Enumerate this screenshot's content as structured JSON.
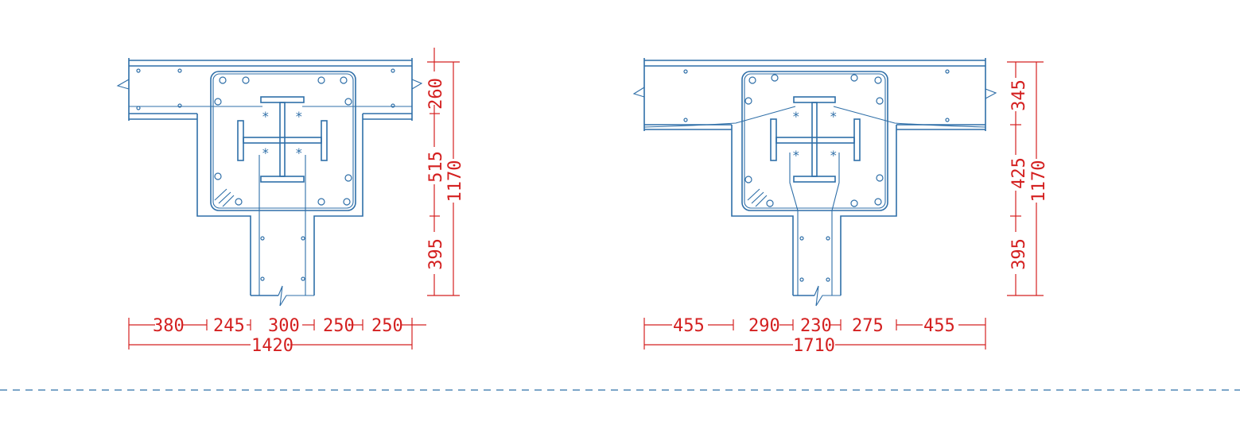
{
  "colors": {
    "structure": "#2f6fa8",
    "dimension": "#d42020"
  },
  "details": [
    {
      "name": "left-joint",
      "bottom_dims": [
        "380",
        "245",
        "300",
        "250",
        "250"
      ],
      "bottom_total": "1420",
      "side_dims": [
        "260",
        "515",
        "395"
      ],
      "side_total": "1170",
      "stud_mark": "*"
    },
    {
      "name": "right-joint",
      "bottom_dims": [
        "455",
        "290",
        "230",
        "275",
        "455"
      ],
      "bottom_total": "1710",
      "side_dims": [
        "345",
        "425",
        "395"
      ],
      "side_total": "1170",
      "stud_mark": "*"
    }
  ]
}
